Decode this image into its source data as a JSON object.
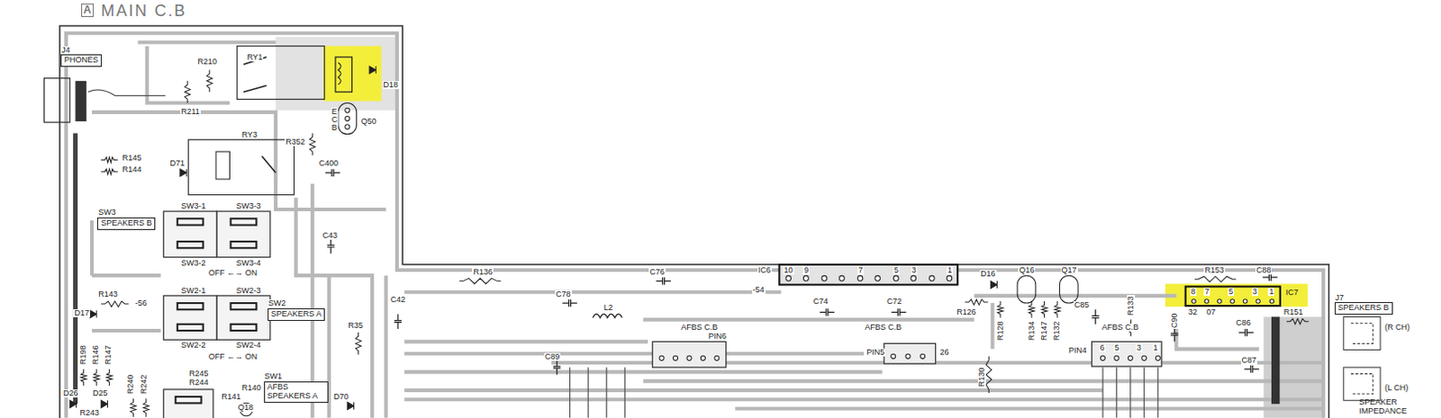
{
  "diagram": {
    "title": "MAIN C.B",
    "nodes": [
      {
        "text": [
          "A"
        ]
      },
      {
        "text": [
          "J4",
          "PHONES"
        ]
      },
      {
        "text": [
          "SW3",
          "SPEAKERS B"
        ]
      },
      {
        "text": [
          "SW2",
          "SPEAKERS A"
        ]
      },
      {
        "text": [
          "SW1",
          "AFBS SPEAKERS A"
        ]
      },
      {
        "text": [
          "J7",
          "SPEAKERS B"
        ]
      }
    ],
    "labels": [
      "RY1",
      "R210",
      "R211",
      "D18",
      "Q50",
      "E",
      "C",
      "B",
      "R352",
      "RY3",
      "R145",
      "R144",
      "D71",
      "C400",
      "SW3-1",
      "SW3-3",
      "SW3-2",
      "SW3-4",
      "OFF ←→ ON",
      "C43",
      "R136",
      "C76",
      "C78",
      "L2",
      "IC6",
      "10",
      "9",
      "7",
      "5",
      "3",
      "1",
      "-54",
      "C74",
      "C72",
      "R126",
      "D16",
      "Q16",
      "Q17",
      "R128",
      "R134",
      "R147",
      "R132",
      "C85",
      "R133",
      "C90",
      "R153",
      "C88",
      "IC7",
      "8",
      "7",
      "5",
      "3",
      "1",
      "32",
      "07",
      "R151",
      "C86",
      "C87",
      "AFBS C.B",
      "PIN6",
      "AFBS C.B",
      "PIN5",
      "26",
      "AFBS C.B",
      "PIN4",
      "6",
      "5",
      "3",
      "1",
      "R130",
      "C89",
      "R143",
      "D17",
      "-56",
      "R198",
      "R146",
      "R147",
      "D26",
      "D25",
      "R240",
      "R242",
      "R245",
      "R244",
      "R243",
      "SW2-1",
      "SW2-3",
      "SW2-2",
      "SW2-4",
      "OFF ←→ ON",
      "R35",
      "C42",
      "R141",
      "Q18",
      "R140",
      "D70",
      "(R CH)",
      "(L CH)",
      "SPEAKER IMPEDANCE"
    ]
  }
}
